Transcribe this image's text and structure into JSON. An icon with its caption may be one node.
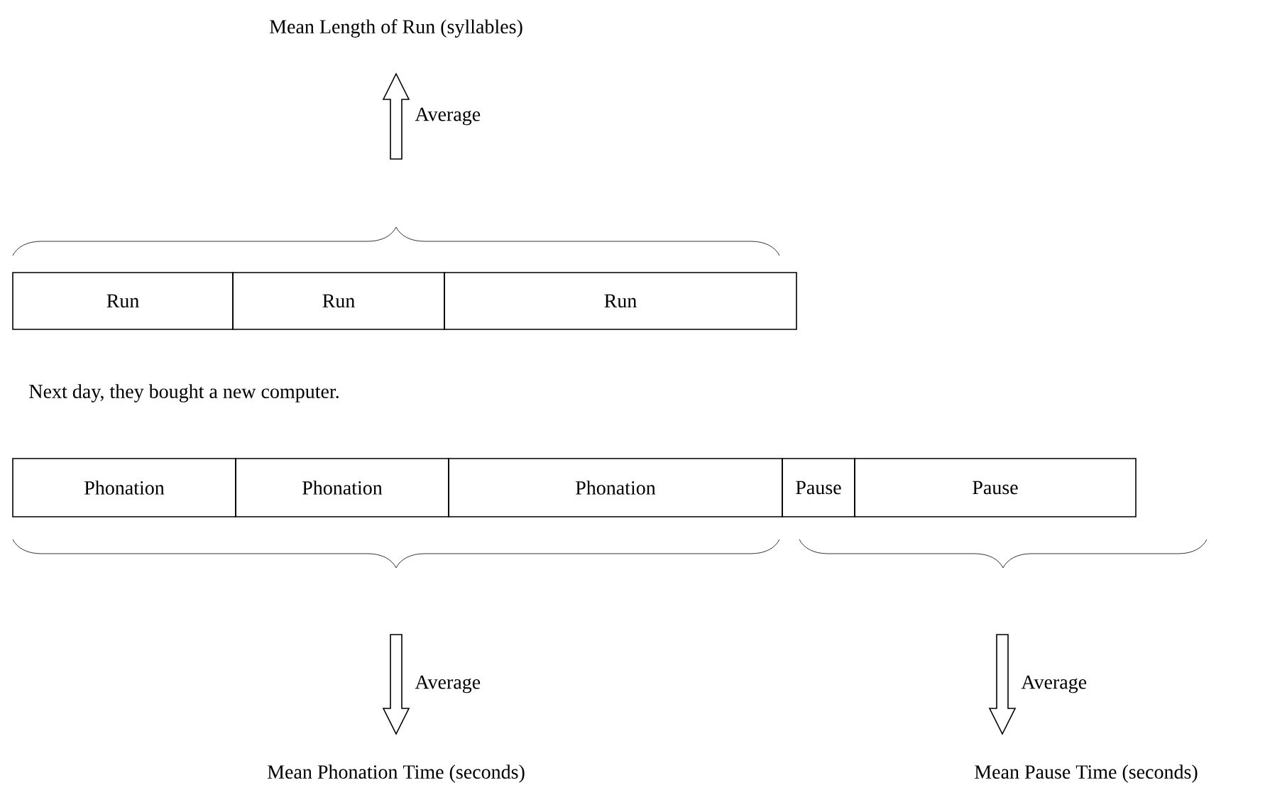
{
  "diagram": {
    "nodes": [
      {
        "text": [
          "Mean Length of Run (syllables)"
        ]
      },
      {
        "text": [
          "Run"
        ]
      },
      {
        "text": [
          "Run"
        ]
      },
      {
        "text": [
          "Run"
        ]
      },
      {
        "text": [
          "Phonation"
        ]
      },
      {
        "text": [
          "Phonation"
        ]
      },
      {
        "text": [
          "Phonation"
        ]
      },
      {
        "text": [
          "Pause"
        ]
      },
      {
        "text": [
          "Pause"
        ]
      },
      {
        "text": [
          "Mean Phonation Time (seconds)"
        ]
      },
      {
        "text": [
          "Mean Pause Time (seconds)"
        ]
      }
    ],
    "edges": [
      {
        "from": null,
        "to": 0,
        "arrow": "to",
        "label": "Average"
      },
      {
        "from": null,
        "to": 9,
        "arrow": "to",
        "label": "Average"
      },
      {
        "from": null,
        "to": 10,
        "arrow": "to",
        "label": "Average"
      }
    ],
    "labels": [
      "Next day,  they bought  a new computer."
    ]
  }
}
